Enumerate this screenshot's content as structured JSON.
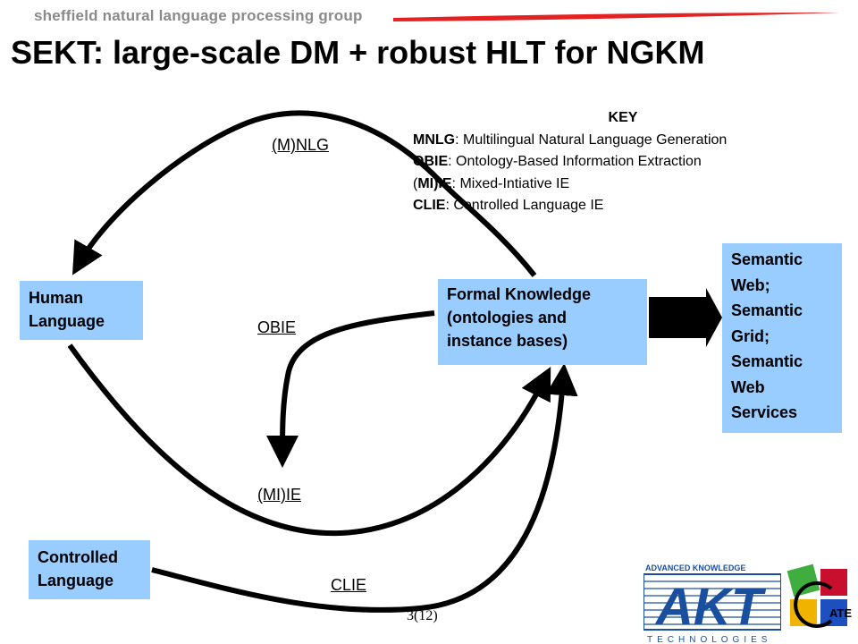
{
  "header": {
    "group_name": "sheffield natural language processing group",
    "accent_color": "#e32222"
  },
  "title": "SEKT: large-scale DM + robust HLT for NGKM",
  "boxes": {
    "human": [
      "Human",
      "Language"
    ],
    "formal": [
      "Formal Knowledge",
      "(ontologies and",
      "instance bases)"
    ],
    "semantic": [
      "Semantic",
      "Web;",
      "Semantic",
      "Grid;",
      "Semantic",
      "Web",
      "Services"
    ],
    "controlled": [
      "Controlled",
      "Language"
    ],
    "fill_color": "#99ccff"
  },
  "arrow_labels": {
    "mnlg": "(M)NLG",
    "obie": "OBIE",
    "miie": "(MI)IE",
    "clie": "CLIE"
  },
  "key": {
    "title": "KEY",
    "entries": [
      {
        "abbr": "MNLG",
        "text": ": Multilingual Natural Language Generation"
      },
      {
        "abbr": "OBIE",
        "text": ": Ontology-Based Information Extraction"
      },
      {
        "abbr_prefix": "(",
        "abbr": "MI)IE",
        "text": ": Mixed-Intiative IE"
      },
      {
        "abbr": "CLIE",
        "text": ": Controlled Language IE"
      }
    ]
  },
  "page_number": "3(12)",
  "logos": {
    "akt_top": "ADVANCED KNOWLEDGE",
    "akt_main": "AKT",
    "akt_bottom": "TECHNOLOGIES",
    "gate": "ATE"
  }
}
